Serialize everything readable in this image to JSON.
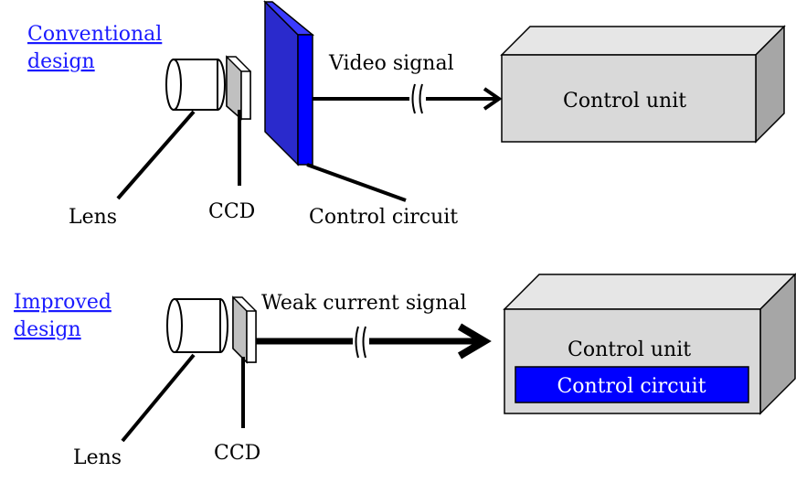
{
  "conventional": {
    "title_line1": "Conventional",
    "title_line2": "design",
    "lens_label": "Lens",
    "ccd_label": "CCD",
    "signal_label": "Video signal",
    "circuit_label": "Control circuit",
    "unit_label": "Control unit"
  },
  "improved": {
    "title_line1": "Improved",
    "title_line2": "design",
    "lens_label": "Lens",
    "ccd_label": "CCD",
    "signal_label": "Weak current signal",
    "unit_label": "Control unit",
    "circuit_label": "Control circuit"
  },
  "colors": {
    "link": "#1a1aff",
    "circuit_blue": "#0000ff",
    "box_front": "#d9d9d9",
    "box_top": "#e6e6e6",
    "box_side": "#a6a6a6"
  }
}
